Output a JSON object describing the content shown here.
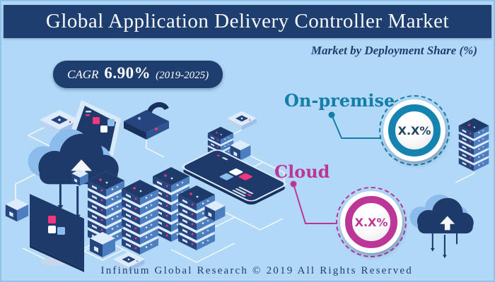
{
  "colors": {
    "background": "#b1d8f6",
    "banner_navy": "#1f3e70",
    "teal_accent": "#157da9",
    "magenta_accent": "#bc3697",
    "pink_accent": "#f5367f",
    "illustration_navy": "#1e3a6b",
    "illustration_blue": "#4d7fc0",
    "illustration_light": "#dcecfc"
  },
  "header": {
    "title": "Global Application Delivery Controller Market"
  },
  "subtitle": "Market by Deployment Share (%)",
  "cagr": {
    "label": "CAGR",
    "value": "6.90%",
    "period": "(2019-2025)"
  },
  "segments": [
    {
      "id": "on-premise",
      "label": "On-premise",
      "value": "X.X%",
      "color": "#157da9"
    },
    {
      "id": "cloud",
      "label": "Cloud",
      "value": "X.X%",
      "color": "#bc3697"
    }
  ],
  "footer": "Infinium Global Research © 2019 All Rights Reserved",
  "icons": [
    "cloud-upload-icon",
    "laptop-icon",
    "monitor-icon",
    "tablet-icon",
    "server-tower-icon",
    "server-rack-icon",
    "padlock-icon",
    "network-cube-icon",
    "router-icon"
  ]
}
